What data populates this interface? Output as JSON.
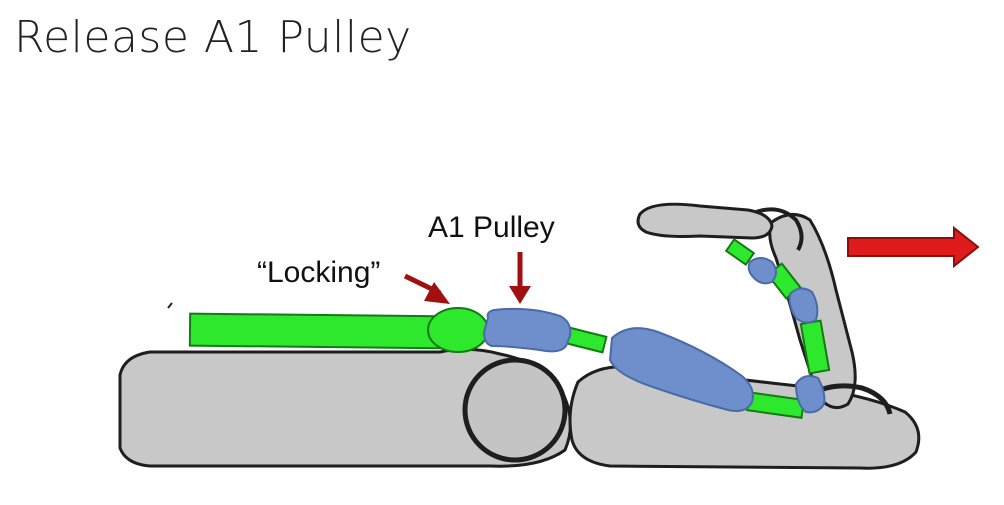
{
  "slide": {
    "title": "Release A1 Pulley"
  },
  "diagram": {
    "labels": {
      "locking": "“Locking”",
      "a1_pulley": "A1 Pulley"
    },
    "colors": {
      "bone": "#c8c8c8",
      "bone_outline": "#1e1e1e",
      "tendon": "#2ee82e",
      "pulley": "#6e8fcc",
      "arrow": "#e01b1b",
      "dark_arrow": "#a01010"
    }
  }
}
